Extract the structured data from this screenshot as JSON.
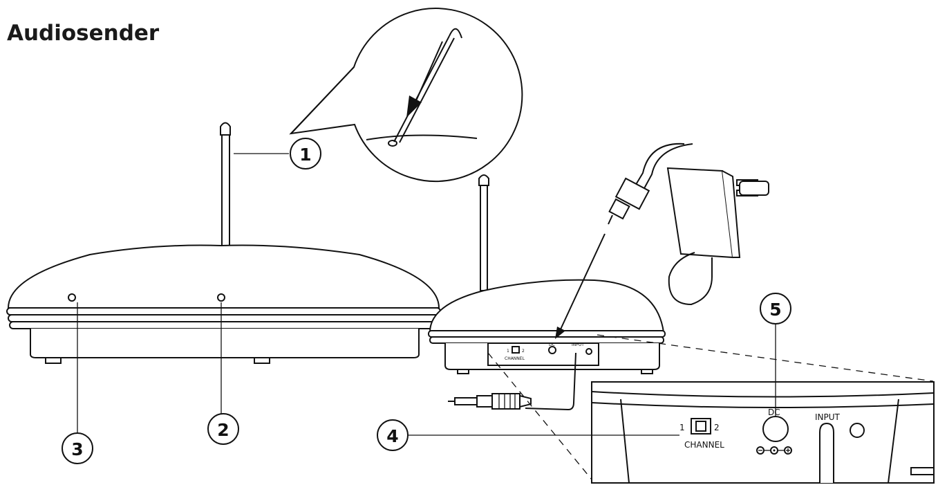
{
  "title": "Audiosender",
  "callouts": [
    "1",
    "2",
    "3",
    "4",
    "5"
  ],
  "panel_labels": {
    "switch_left": "1",
    "switch_right": "2",
    "channel": "CHANNEL",
    "dc": "DC",
    "input": "INPUT"
  }
}
